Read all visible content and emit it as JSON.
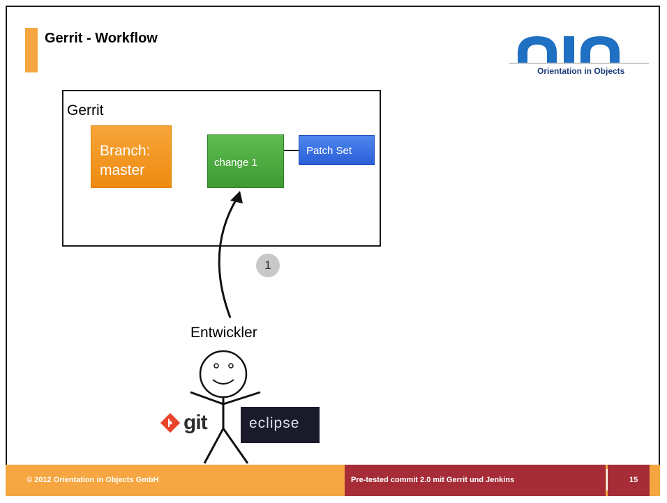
{
  "slide": {
    "title": "Gerrit - Workflow",
    "logo_text": "Orientation in Objects",
    "gerrit_label": "Gerrit",
    "branch_label_line1": "Branch:",
    "branch_label_line2": "master",
    "change_label": "change 1",
    "patchset_label": "Patch Set",
    "step_number": "1",
    "developer_label": "Entwickler",
    "git_label": "git",
    "eclipse_label": "eclipse"
  },
  "footer": {
    "copyright": "© 2012 Orientation in Objects GmbH",
    "talk_title": "Pre-tested commit 2.0 mit Gerrit und Jenkins",
    "page_number": "15"
  },
  "colors": {
    "accent_orange": "#f5a640",
    "footer_red": "#a62d38",
    "logo_blue": "#1f6fc2",
    "branch_orange": "#ee8a10",
    "change_green": "#4aa63e",
    "patchset_blue": "#2a5fd8"
  }
}
